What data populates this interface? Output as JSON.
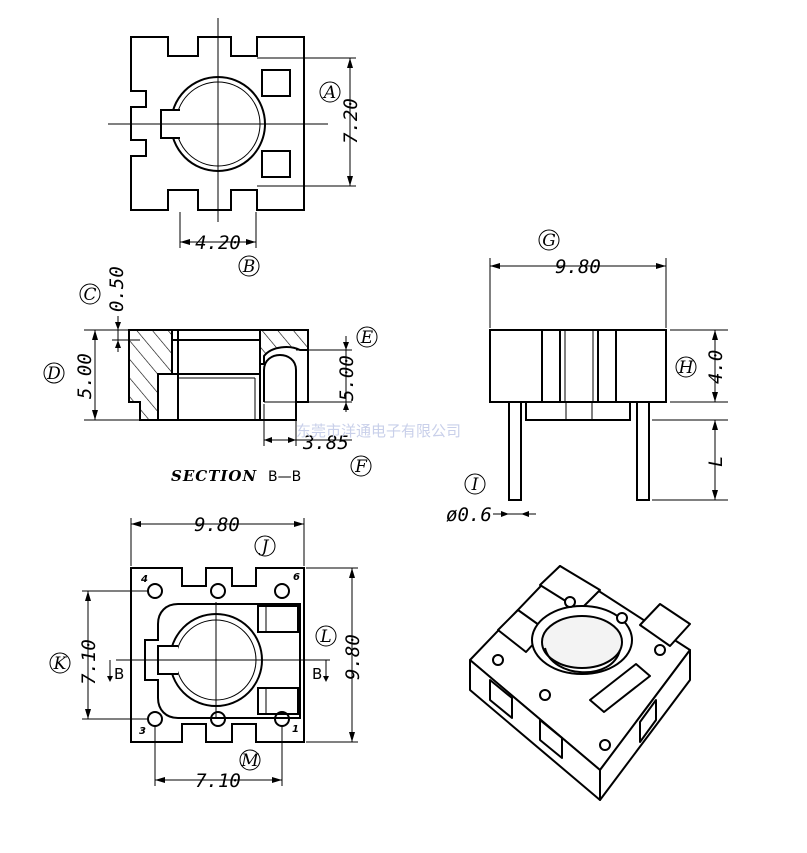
{
  "dimensions": {
    "top_width": "4.20",
    "top_height": "7.20",
    "section_top_thickness": "0.50",
    "section_height_left": "5.00",
    "section_height_right": "5.00",
    "section_slot": "3.85",
    "side_width": "9.80",
    "side_height": "4.0",
    "side_pin_length": "L",
    "pin_diameter": "ø0.6",
    "bottom_width": "9.80",
    "bottom_height": "9.80",
    "bottom_pin_span_v": "7.10",
    "bottom_pin_span_h": "7.10"
  },
  "callouts": [
    "A",
    "B",
    "C",
    "D",
    "E",
    "F",
    "G",
    "H",
    "I",
    "J",
    "K",
    "L",
    "M"
  ],
  "section_title": "SECTION",
  "section_id": "B—B",
  "section_marker_left": "B",
  "section_marker_right": "B",
  "pin_numbers": [
    "4",
    "6",
    "3",
    "1"
  ],
  "watermark": "东莞市洋通电子有限公司"
}
